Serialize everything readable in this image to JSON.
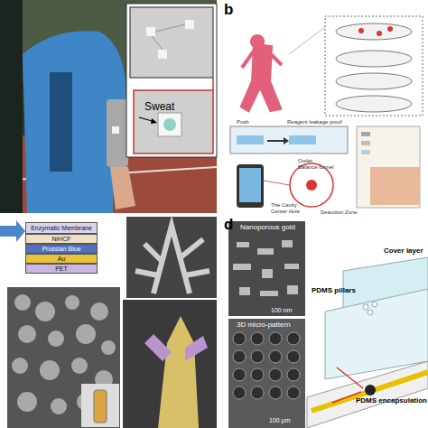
{
  "diagram": {
    "nodes": [
      {
        "text": [
          "Enzymatic Membrane"
        ]
      },
      {
        "text": [
          "NiHCF"
        ]
      },
      {
        "text": [
          "Prussian Blue"
        ]
      },
      {
        "text": [
          "Au"
        ]
      },
      {
        "text": [
          "PET"
        ]
      }
    ],
    "labels": [
      "Sweat",
      "b",
      "d",
      "Push",
      "Reagent leakage proof",
      "Detection Zone",
      "Outlet",
      "Balance tunnel",
      "The Cavity",
      "Center Hole",
      "Nanoporous gold",
      "100 nm",
      "3D micro-pattern",
      "100 µm",
      "PDMS pillars",
      "Cover layer",
      "PDMS encapsulation"
    ]
  }
}
